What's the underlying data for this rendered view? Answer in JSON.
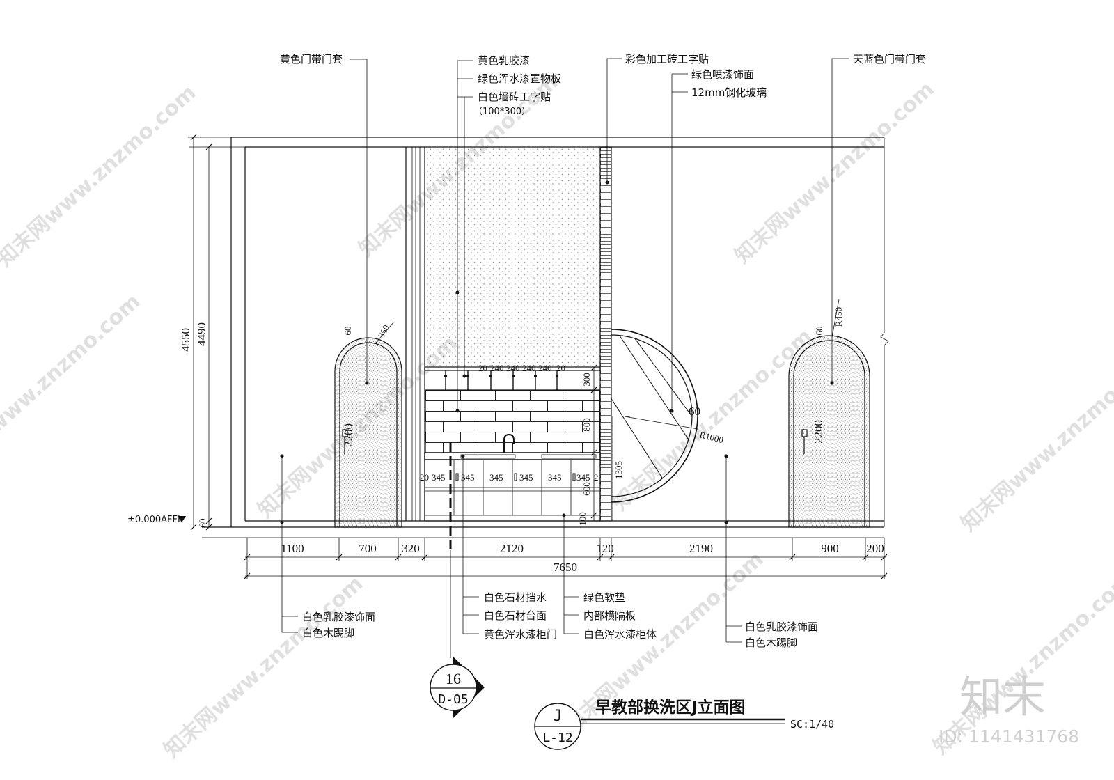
{
  "drawing": {
    "title": "早教部换洗区J立面图",
    "scale": "SC:1/40",
    "elevation_id": "J",
    "elevation_sheet": "L-12",
    "section_id": "16",
    "section_sheet": "D-05",
    "level_mark": "±0.000AFFL"
  },
  "callouts": {
    "left_door": "黄色门带门套",
    "center_wall": [
      "黄色乳胶漆",
      "绿色浑水漆置物板",
      "白色墙砖工字贴",
      "（100*300）"
    ],
    "pillar": "彩色加工砖工字贴",
    "mirror": [
      "绿色喷漆饰面",
      "12mm钢化玻璃"
    ],
    "right_door": "天蓝色门带门套",
    "left_wall": [
      "白色乳胶漆饰面",
      "白色木踢脚"
    ],
    "counter": [
      "白色石材挡水",
      "白色石材台面",
      "黄色浑水漆柜门"
    ],
    "cabinet": [
      "绿色软垫",
      "内部横隔板",
      "白色浑水漆柜体"
    ],
    "right_wall": [
      "白色乳胶漆饰面",
      "白色木踢脚"
    ]
  },
  "dimensions": {
    "height_total": "4550",
    "height_wall": "4490",
    "height_base": "60",
    "left_door": {
      "frame": "60",
      "radius": "350",
      "height": "2200"
    },
    "shelf": [
      "20",
      "240",
      "240",
      "240",
      "240",
      "20"
    ],
    "shelf_height": "300",
    "tile_height": "800",
    "cabinet_doors": [
      "20",
      "345",
      "345",
      "345",
      "345",
      "345",
      "345",
      "2"
    ],
    "cabinet_height": "600",
    "plinth_height": "100",
    "mirror": {
      "frame": "60",
      "radius": "R1000",
      "height": "1305"
    },
    "right_door": {
      "frame": "60",
      "radius": "R450",
      "height": "2200"
    },
    "bottom_chain": [
      "1100",
      "700",
      "320",
      "2120",
      "120",
      "2190",
      "900",
      "200"
    ],
    "total_width": "7650"
  },
  "watermark": {
    "text": "知末网www.znzmo.com",
    "logo": "知末",
    "id": "ID: 1141431768"
  }
}
